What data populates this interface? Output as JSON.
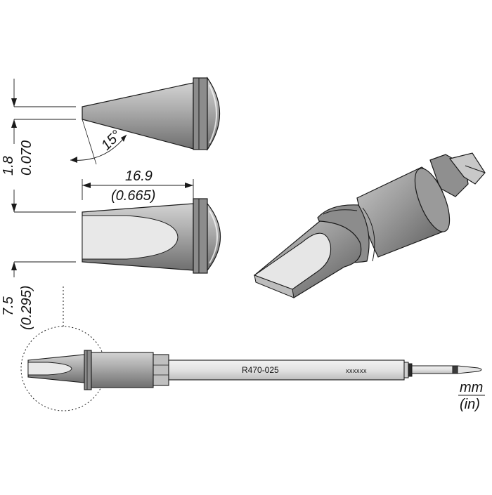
{
  "dimensions": {
    "tip_thickness_mm": "1.8",
    "tip_thickness_in": "0.070",
    "tip_angle": "15°",
    "length_mm": "16.9",
    "length_in": "(0.665)",
    "width_mm": "7.5",
    "width_in": "(0.295)"
  },
  "cartridge": {
    "model": "R470-025",
    "serial": "xxxxxx"
  },
  "units": {
    "metric": "mm",
    "imperial": "(in)"
  },
  "colors": {
    "line": "#1a1a1a",
    "body": "#9d9d9d",
    "body_dark": "#6e6e6e",
    "face": "#e6e6e6"
  }
}
